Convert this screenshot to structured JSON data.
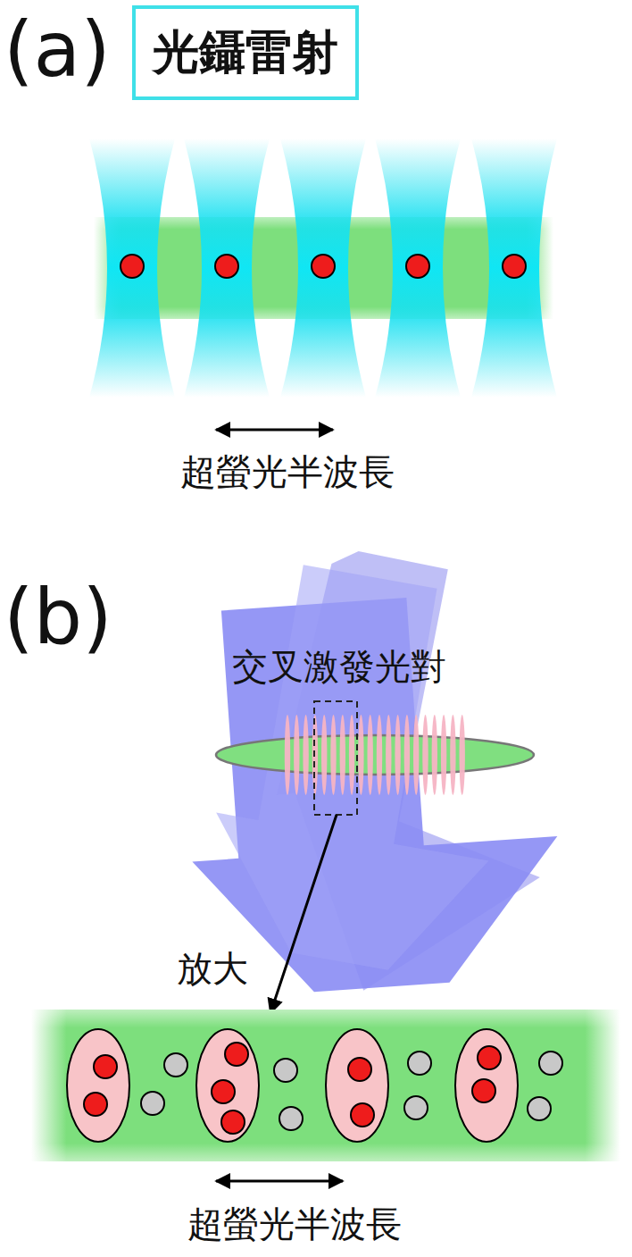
{
  "diagram": {
    "nodes": [
      {
        "text": [
          "光鑷雷射"
        ]
      }
    ],
    "labels": [
      "(a)",
      "超螢光半波長",
      "(b)",
      "交叉激發光對",
      "放大",
      "超螢光半波長"
    ]
  }
}
